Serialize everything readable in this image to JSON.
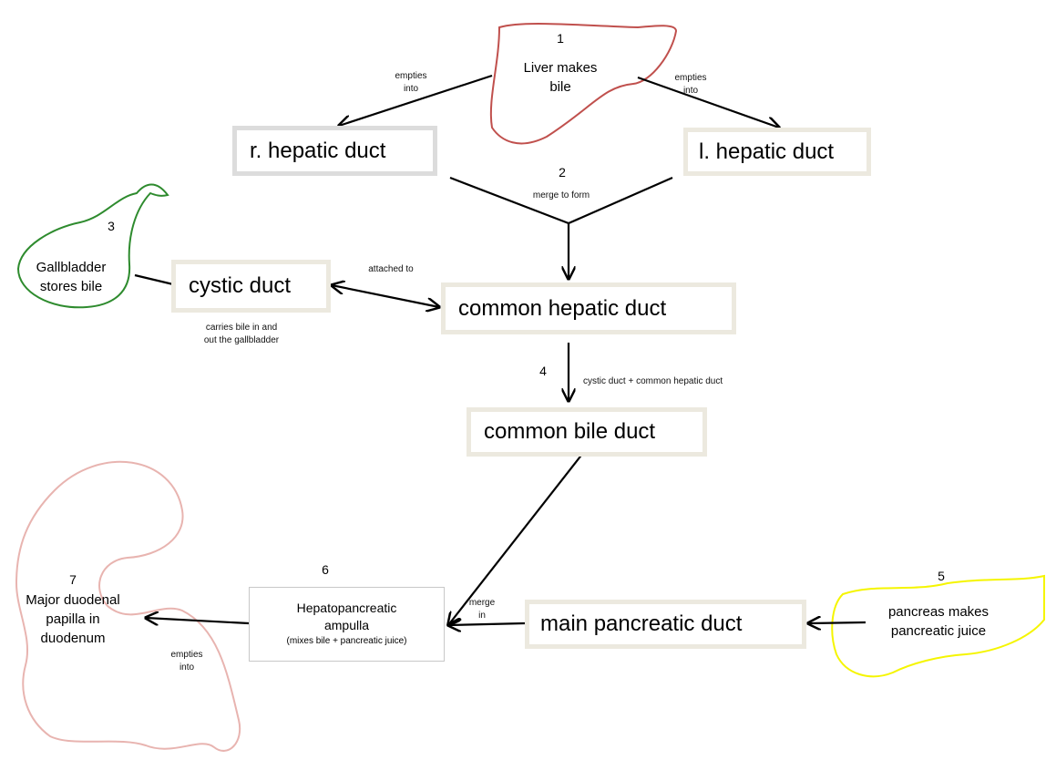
{
  "steps": {
    "s1": "1",
    "s2": "2",
    "s3": "3",
    "s4": "4",
    "s5": "5",
    "s6": "6",
    "s7": "7"
  },
  "organs": {
    "liver": {
      "line1": "Liver makes",
      "line2": "bile",
      "color": "#c0504d"
    },
    "gallbladder": {
      "line1": "Gallbladder",
      "line2": "stores bile",
      "color": "#2e8b2e"
    },
    "pancreas": {
      "line1": "pancreas makes",
      "line2": "pancreatic juice",
      "color": "#f5f500"
    },
    "duodenum": {
      "line1": "Major duodenal",
      "line2": "papilla in",
      "line3": "duodenum",
      "color": "#e8b4b0"
    }
  },
  "boxes": {
    "r_hepatic": "r. hepatic duct",
    "l_hepatic": "l. hepatic duct",
    "cystic": "cystic duct",
    "common_hepatic": "common hepatic duct",
    "common_bile": "common bile duct",
    "main_pancreatic": "main pancreatic duct",
    "ampulla": {
      "line1": "Hepatopancreatic",
      "line2": "ampulla",
      "line3": "(mixes bile + pancreatic juice)"
    }
  },
  "labels": {
    "empties_into_left": {
      "line1": "empties",
      "line2": "into"
    },
    "empties_into_right": {
      "line1": "empties",
      "line2": "into"
    },
    "merge_to_form": "merge to form",
    "attached_to": "attached to",
    "carries_bile": {
      "line1": "carries bile in and",
      "line2": "out the gallbladder"
    },
    "cystic_plus_common": "cystic duct + common hepatic duct",
    "merge_in": {
      "line1": "merge",
      "line2": "in"
    },
    "empties_into_duodenum": {
      "line1": "empties",
      "line2": "into"
    }
  },
  "colors": {
    "box_border": "#ece9df",
    "box_border_gray": "#dcdcdc",
    "arrow": "#000000"
  }
}
